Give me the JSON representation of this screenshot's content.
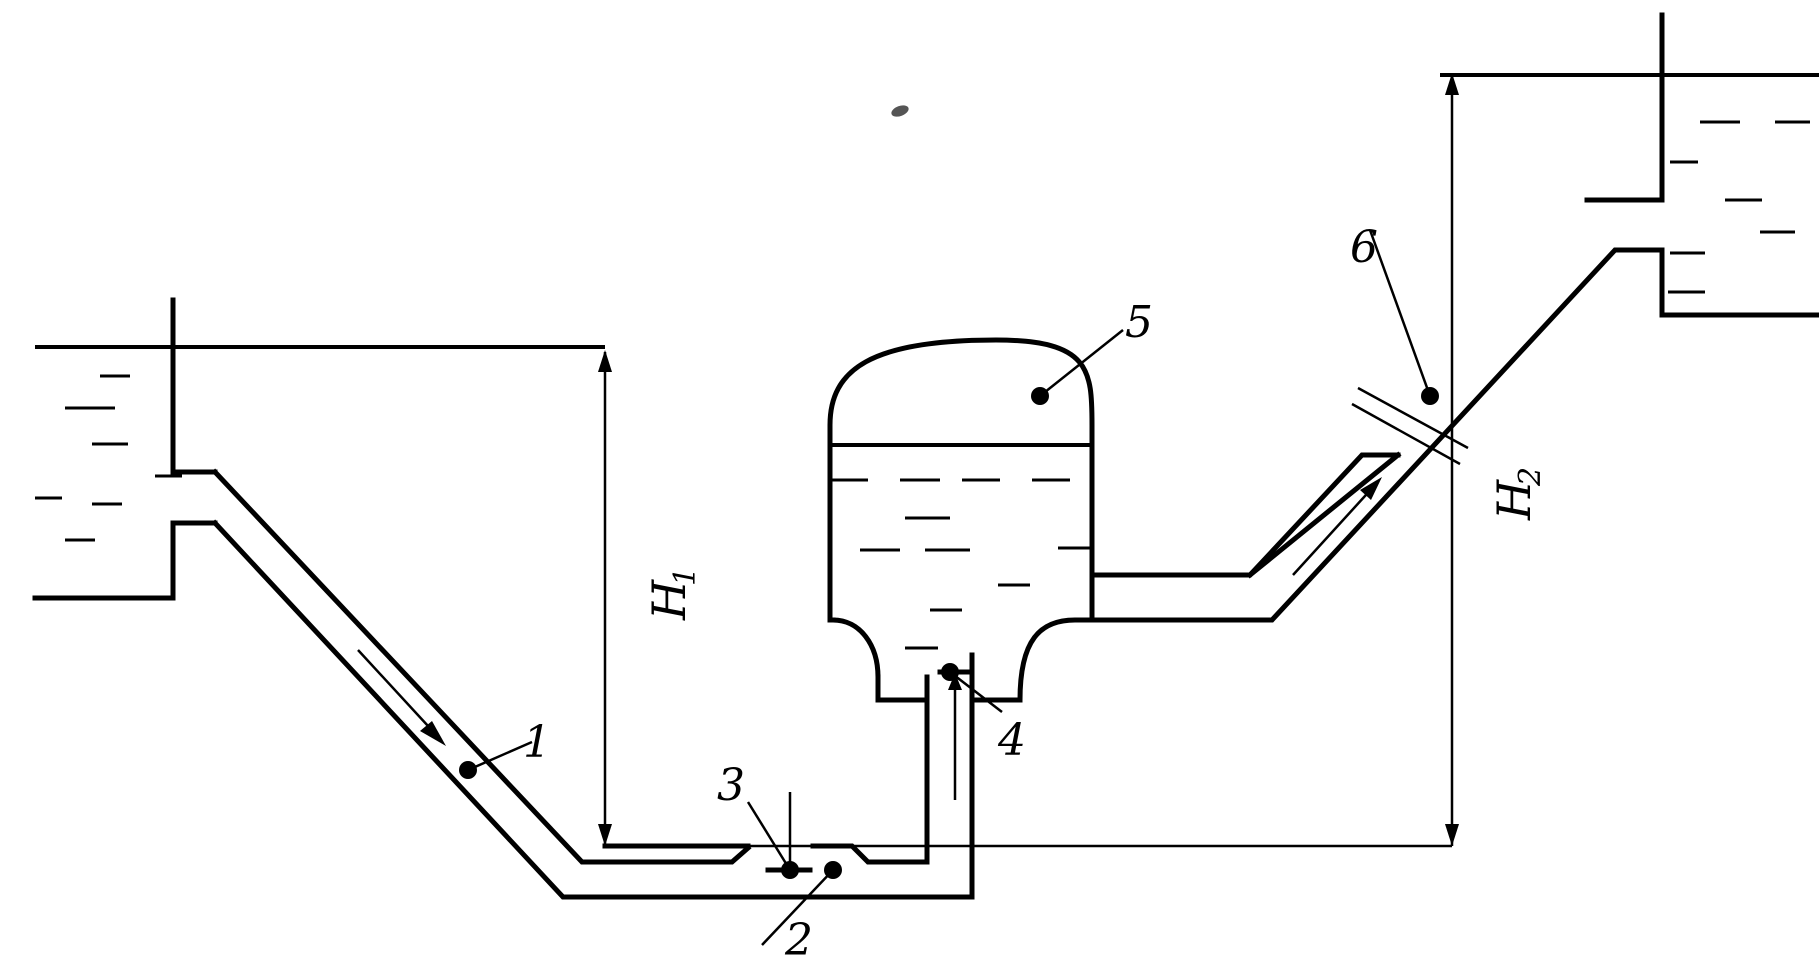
{
  "diagram": {
    "labels": {
      "l1": "1",
      "l2": "2",
      "l3": "3",
      "l4": "4",
      "l5": "5",
      "l6": "6"
    },
    "heights": {
      "h1_main": "H",
      "h1_sub": "1",
      "h2_main": "H",
      "h2_sub": "2"
    }
  }
}
